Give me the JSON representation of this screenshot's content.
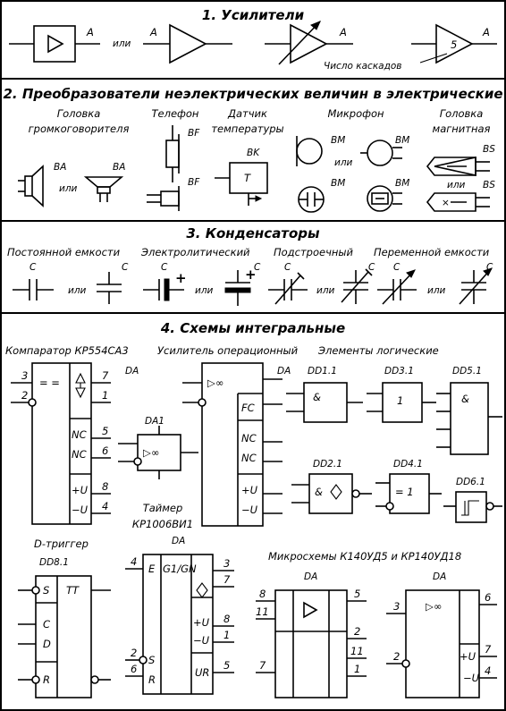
{
  "sections": {
    "s1": {
      "title": "1. Усилители"
    },
    "s2": {
      "title": "2. Преобразователи неэлектрических величин в электрические"
    },
    "s3": {
      "title": "3. Конденсаторы"
    },
    "s4": {
      "title": "4. Схемы интегральные"
    }
  },
  "amplifiers": {
    "A": "A",
    "ili": "или",
    "five": "5",
    "cascades": "Число каскадов"
  },
  "transducers": {
    "speaker_l1": "Головка",
    "speaker_l2": "громкоговорителя",
    "phone": "Телефон",
    "temp_l1": "Датчик",
    "temp_l2": "температуры",
    "mic": "Микрофон",
    "mag_l1": "Головка",
    "mag_l2": "магнитная",
    "BA": "BA",
    "BF": "BF",
    "BK": "BK",
    "T": "T",
    "BM": "BM",
    "BS": "BS",
    "ili": "или"
  },
  "capacitors": {
    "fixed": "Постоянной емкости",
    "electro": "Электролитический",
    "trimmer": "Подстроечный",
    "variable": "Переменной емкости",
    "C": "C",
    "ili": "или",
    "plus": "+"
  },
  "ic": {
    "comparator": "Компаратор КР554СА3",
    "opamp": "Усилитель операционный",
    "logic": "Элементы логические",
    "DA": "DA",
    "DA1": "DA1",
    "eqeq": "= =",
    "NC": "NC",
    "pU": "+U",
    "mU": "−U",
    "FC": "FC",
    "inf": "▷∞",
    "p3": "3",
    "p2": "2",
    "p7": "7",
    "p1": "1",
    "p5": "5",
    "p6": "6",
    "p8": "8",
    "p4": "4",
    "p11": "11",
    "timer_l1": "Таймер",
    "timer_l2": "КР1006ВИ1",
    "DD11": "DD1.1",
    "DD31": "DD3.1",
    "DD51": "DD5.1",
    "DD21": "DD2.1",
    "DD41": "DD4.1",
    "DD61": "DD6.1",
    "amp": "&",
    "one": "1",
    "eq1": "= 1",
    "dtrig": "D-триггер",
    "DD81": "DD8.1",
    "TT": "TT",
    "S": "S",
    "C": "C",
    "D": "D",
    "R": "R",
    "E": "E",
    "G1GN": "G1/GN",
    "UR": "UR",
    "k140": "Микросхемы К140УД5 и КР140УД18"
  }
}
